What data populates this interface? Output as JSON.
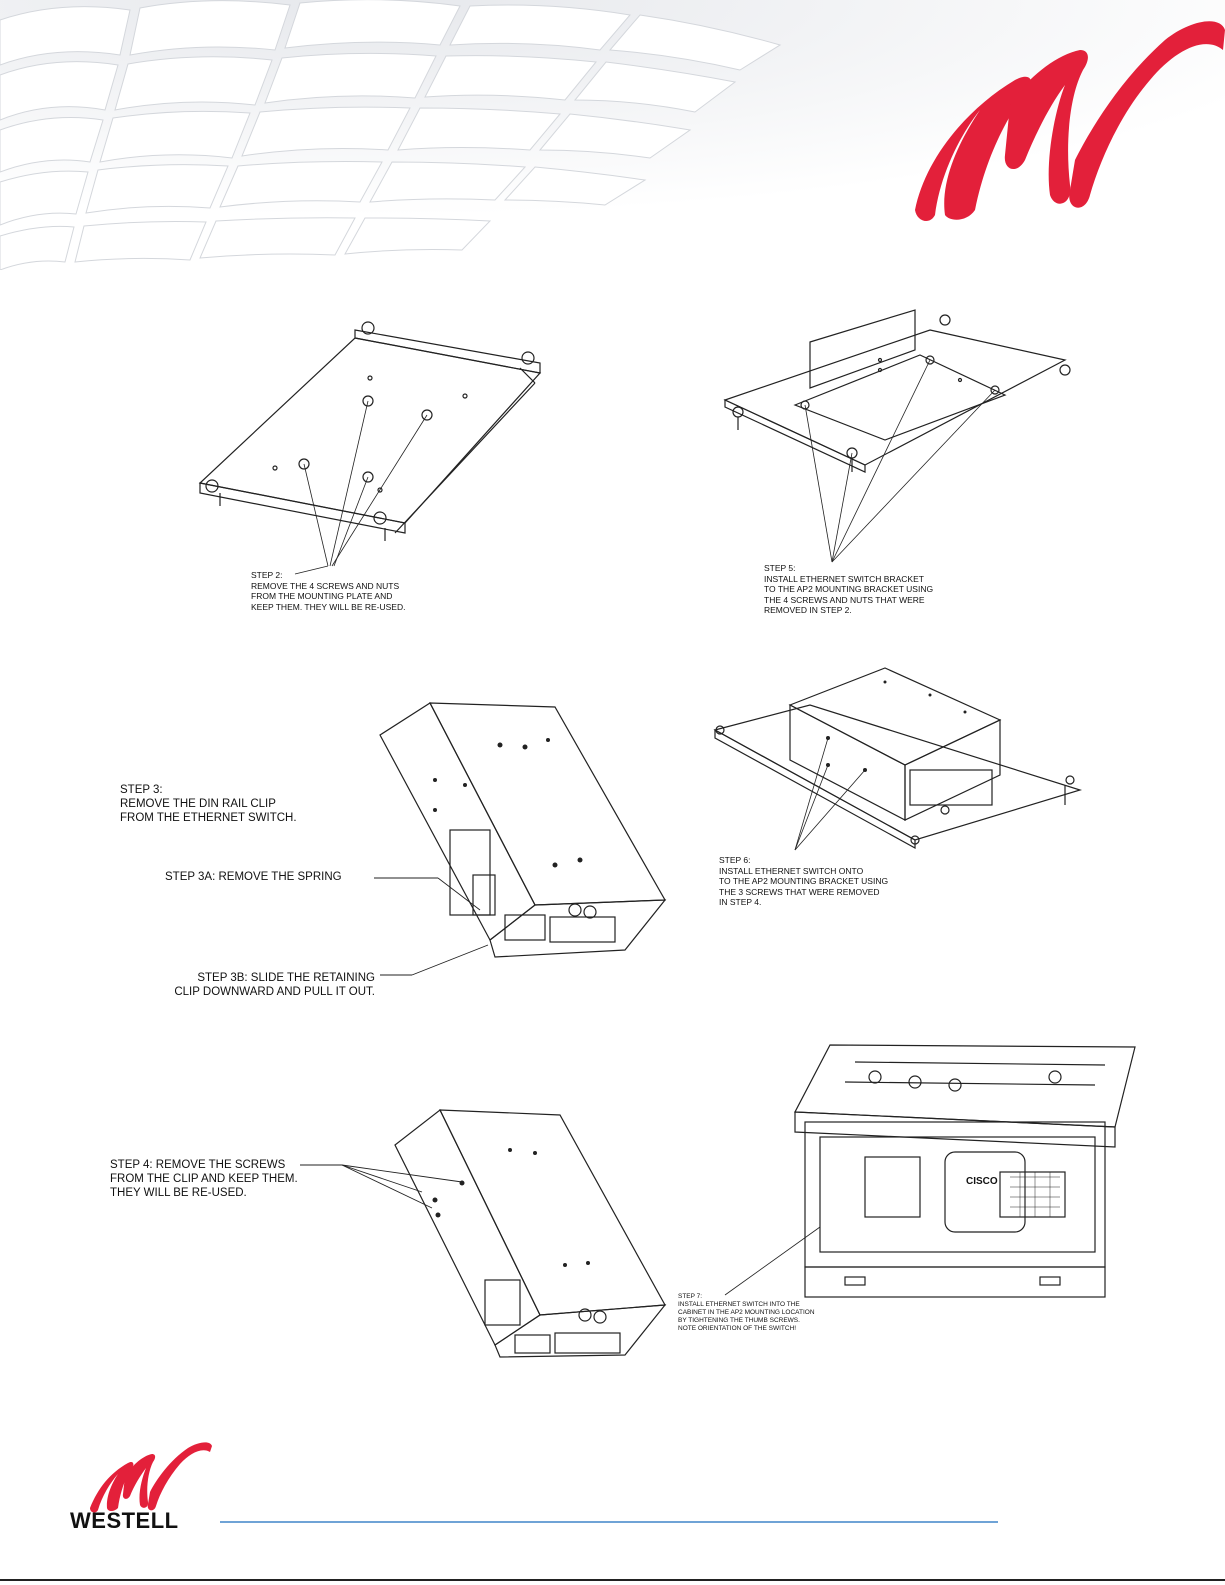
{
  "steps": {
    "step2": "STEP 2:\nREMOVE THE 4 SCREWS AND NUTS\nFROM THE MOUNTING PLATE AND\nKEEP THEM. THEY WILL BE RE-USED.",
    "step3": "STEP 3:\nREMOVE THE DIN RAIL CLIP\nFROM THE ETHERNET SWITCH.",
    "step3a": "STEP 3A: REMOVE THE SPRING",
    "step3b": "STEP 3B: SLIDE THE RETAINING\nCLIP DOWNWARD AND PULL IT OUT.",
    "step4": "STEP 4: REMOVE THE SCREWS\nFROM THE CLIP AND KEEP THEM.\nTHEY WILL BE RE-USED.",
    "step5": "STEP 5:\nINSTALL ETHERNET SWITCH BRACKET\nTO THE AP2 MOUNTING BRACKET USING\nTHE 4 SCREWS AND NUTS THAT WERE\nREMOVED IN STEP 2.",
    "step6": "STEP 6:\nINSTALL ETHERNET SWITCH ONTO\nTO THE AP2 MOUNTING BRACKET USING\nTHE 3 SCREWS THAT WERE REMOVED\nIN STEP 4.",
    "step7": "STEP 7:\nINSTALL ETHERNET SWITCH INTO THE\nCABINET IN THE AP2 MOUNTING LOCATION\nBY TIGHTENING THE THUMB SCREWS.\nNOTE ORIENTATION OF THE SWITCH!"
  },
  "cabinet_badge": "CISCO",
  "footer": {
    "company": "WESTELL"
  },
  "colors": {
    "brand_red": "#e3203a",
    "rule_blue": "#6fa3d6"
  }
}
